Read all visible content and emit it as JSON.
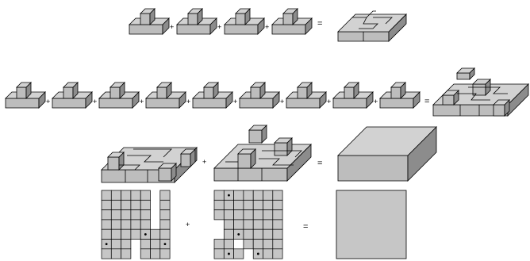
{
  "operators": {
    "plus": "+",
    "equals": "="
  },
  "equations": [
    {
      "pieces": 4,
      "result": "slab-2x2"
    },
    {
      "pieces": 9,
      "result": "slab-3x3"
    },
    {
      "left": "slab-3x3-notched",
      "right": "slab-3x3-stacked",
      "result": "cube"
    },
    {
      "left": "grid-left",
      "right": "grid-right",
      "result": "square"
    }
  ],
  "colors": {
    "face_top": "#d2d2d2",
    "face_front": "#bdbdbd",
    "face_side": "#8c8c8c",
    "grid_fill": "#c6c6c6",
    "outline": "#000000"
  }
}
